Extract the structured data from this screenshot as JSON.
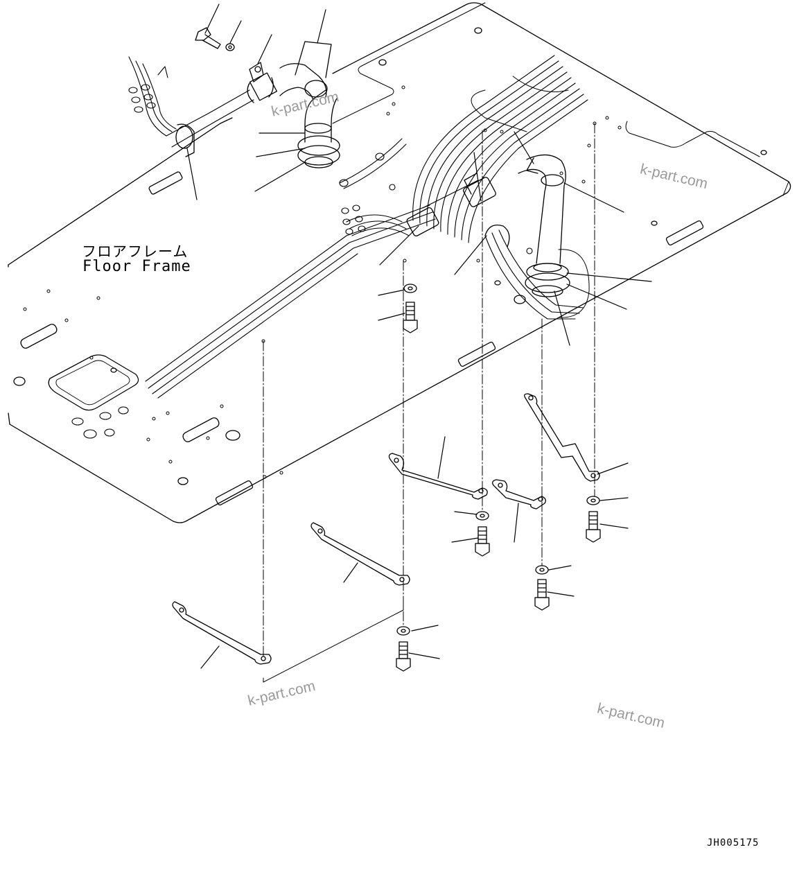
{
  "diagram": {
    "label_japanese": "フロアフレーム",
    "label_english": "Floor Frame",
    "drawing_code": "JH005175",
    "watermarks": [
      "k-part.com",
      "k-part.com",
      "k-part.com",
      "k-part.com"
    ],
    "colors": {
      "line": "#000000",
      "watermark": "#9a9a9a",
      "background": "#ffffff"
    }
  }
}
